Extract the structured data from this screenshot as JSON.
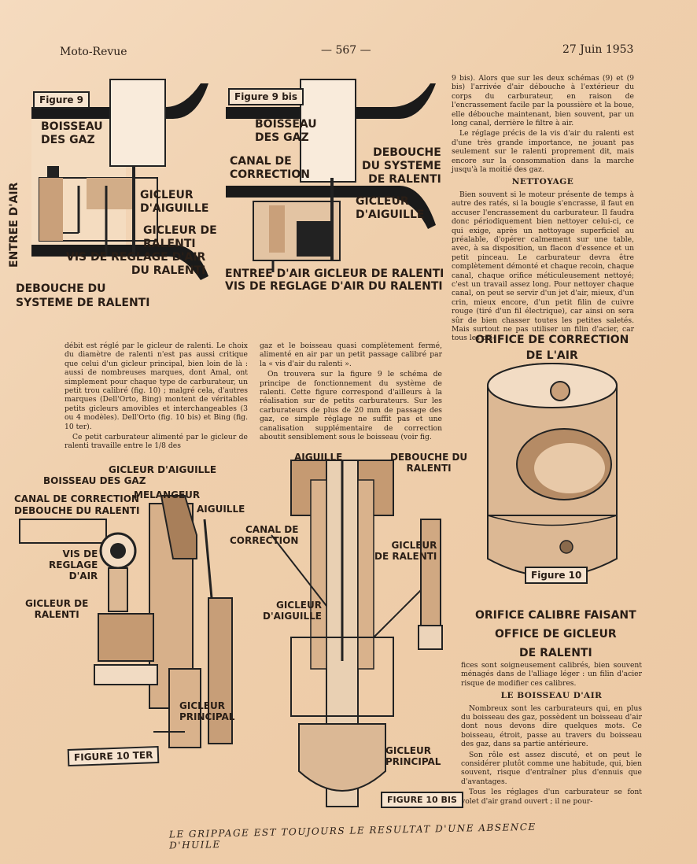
{
  "header": {
    "left": "Moto-Revue",
    "center": "— 567 —",
    "right": "27 Juin 1953"
  },
  "figure9": {
    "label": "Figure 9",
    "boisseau": "BOISSEAU\nDES GAZ",
    "entree": "ENTREE D'AIR",
    "gicleur_aiguille": "GICLEUR\nD'AIGUILLE",
    "gicleur_ralenti": "GICLEUR DE\nRALENTI",
    "vis": "VIS DE REGLAGE D'AIR\nDU RALENTI",
    "debouche": "DEBOUCHE DU\nSYSTEME DE RALENTI"
  },
  "figure9bis": {
    "label": "Figure 9 bis",
    "boisseau": "BOISSEAU\nDES GAZ",
    "canal": "CANAL DE\nCORRECTION",
    "debouche": "DEBOUCHE\nDU SYSTEME\nDE RALENTI",
    "gicleur_aiguille": "GICLEUR\nD'AIGUILLE",
    "entree": "ENTREE D'AIR  GICLEUR DE RALENTI",
    "vis": "VIS DE REGLAGE D'AIR DU RALENTI"
  },
  "col_right_top": {
    "paragraphs": [
      "9 bis). Alors que sur les deux schémas (9) et (9 bis) l'arrivée d'air débouche à l'extérieur du corps du carburateur, en raison de l'encrassement facile par la poussière et la boue, elle débouche maintenant, bien souvent, par un long canal, derrière le filtre à air.",
      "Le réglage précis de la vis d'air du ralenti est d'une très grande importance, ne jouant pas seulement sur le ralenti proprement dit, mais encore sur la consommation dans la marche jusqu'à la moitié des gaz."
    ],
    "heading": "NETTOYAGE",
    "paragraphs2": [
      "Bien souvent si le moteur présente de temps à autre des ratés, si la bougie s'encrasse, il faut en accuser l'encrassement du carburateur. Il faudra donc périodiquement bien nettoyer celui-ci, ce qui exige, après un nettoyage superficiel au préalable, d'opérer calmement sur une table, avec, à sa disposition, un flacon d'essence et un petit pinceau. Le carburateur devra être complètement démonté et chaque recoin, chaque canal, chaque orifice méticuleusement nettoyé; c'est un travail assez long. Pour nettoyer chaque canal, on peut se servir d'un jet d'air, mieux, d'un crin, mieux encore, d'un petit filin de cuivre rouge (tiré d'un fil électrique), car ainsi on sera sûr de bien chasser toutes les petites saletés. Mais surtout ne pas utiliser un filin d'acier, car tous les ori-"
    ]
  },
  "col_left_mid": {
    "paragraphs": [
      "débit est réglé par le gicleur de ralenti. Le choix du diamètre de ralenti n'est pas aussi critique que celui d'un gicleur principal, bien loin de là : aussi de nombreuses marques, dont Amal, ont simplement pour chaque type de carburateur, un petit trou calibré (fig. 10) ; malgré cela, d'autres marques (Dell'Orto, Bing) montent de véritables petits gicleurs amovibles et interchangeables (3 ou 4 modèles). Dell'Orto (fig. 10 bis) et Bing (fig. 10 ter).",
      "Ce petit carburateur alimenté par le gicleur de ralenti travaille entre le 1/8 des"
    ]
  },
  "col_center_mid": {
    "paragraphs": [
      "gaz et le boisseau quasi complètement fermé, alimenté en air par un petit passage calibré par la « vis d'air du ralenti ».",
      "On trouvera sur la figure 9 le schéma de principe de fonctionnement du système de ralenti. Cette figure correspond d'ailleurs à la réalisation sur de petits carburateurs. Sur les carburateurs de plus de 20 mm de passage des gaz, ce simple réglage ne suffit pas et une canalisation supplémentaire de correction aboutit sensiblement sous le boisseau (voir fig."
    ]
  },
  "figure10": {
    "label": "Figure 10",
    "top": "ORIFICE DE CORRECTION\nDE L'AIR",
    "bottom": "ORIFICE CALIBRE FAISANT\nOFFICE DE GICLEUR\nDE RALENTI"
  },
  "col_right_bottom": {
    "paragraphs": [
      "fices sont soigneusement calibrés, bien souvent ménagés dans de l'alliage léger : un filin d'acier risque de modifier ces calibres."
    ],
    "heading": "LE BOISSEAU D'AIR",
    "paragraphs2": [
      "Nombreux sont les carburateurs qui, en plus du boisseau des gaz, possèdent un boisseau d'air dont nous devons dire quelques mots. Ce boisseau, étroit, passe au travers du boisseau des gaz, dans sa partie antérieure.",
      "Son rôle est assez discuté, et on peut le considérer plutôt comme une habitude, qui, bien souvent, risque d'entraîner plus d'ennuis que d'avantages.",
      "Tous les réglages d'un carburateur se font volet d'air grand ouvert ; il ne pour-"
    ]
  },
  "figure10ter": {
    "label": "FIGURE 10 TER",
    "gicleur_aiguille": "GICLEUR D'AIGUILLE",
    "boisseau": "BOISSEAU DES GAZ",
    "canal": "CANAL DE CORRECTION",
    "melangeur": "MELANGEUR",
    "debouche": "DEBOUCHE DU RALENTI",
    "aiguille": "AIGUILLE",
    "vis": "VIS DE\nREGLAGE\nD'AIR",
    "gicleur_ralenti": "GICLEUR DE\nRALENTI",
    "gicleur_principal": "GICLEUR\nPRINCIPAL"
  },
  "figure10bis": {
    "label": "FIGURE 10 BIS",
    "aiguille": "AIGUILLE",
    "debouche": "DEBOUCHE DU\nRALENTI",
    "canal": "CANAL DE\nCORRECTION",
    "gicleur_ralenti": "GICLEUR\nDE RALENTI",
    "gicleur_aiguille": "GICLEUR\nD'AIGUILLE",
    "gicleur_principal": "GICLEUR\nPRINCIPAL"
  },
  "footer": "LE GRIPPAGE EST TOUJOURS LE RESULTAT D'UNE ABSENCE D'HUILE"
}
